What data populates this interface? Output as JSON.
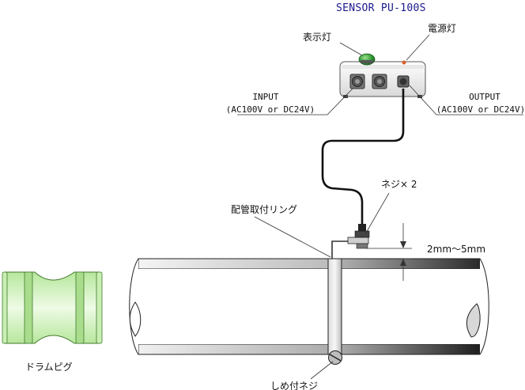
{
  "title": "SENSOR PU-100S",
  "labels": {
    "indicator_lamp": "表示灯",
    "power_lamp": "電源灯",
    "input_title": "INPUT",
    "input_spec": "(AC100V or DC24V)",
    "output_title": "OUTPUT",
    "output_spec": "(AC100V or DC24V)",
    "screws": "ネジ× 2",
    "mounting_ring": "配管取付リング",
    "gap": "2mm～5mm",
    "tightening_screw": "しめ付ネジ",
    "drum_pig": "ドラムピグ"
  },
  "colors": {
    "title": "#1a1a8c",
    "indicator_lamp": "#2e9a35",
    "power_lamp": "#d9602a",
    "drum_pig": "#c9efb3"
  }
}
